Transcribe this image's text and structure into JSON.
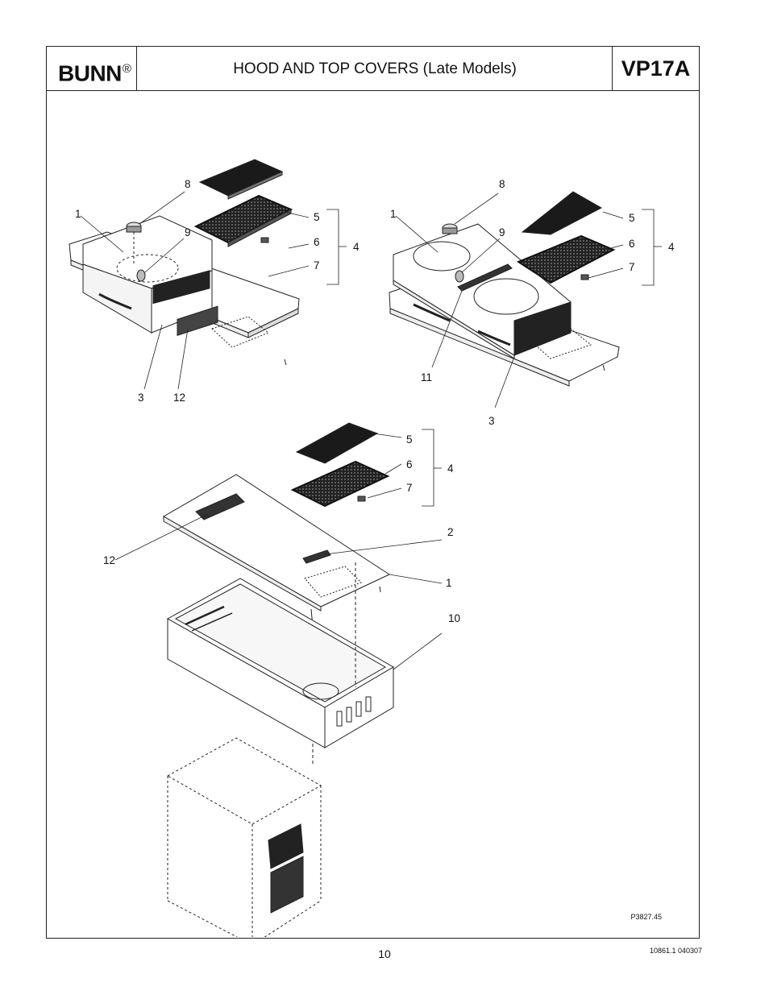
{
  "header": {
    "brand": "BUNN",
    "brand_mark": "®",
    "title": "HOOD AND TOP COVERS (Late Models)",
    "model": "VP17A"
  },
  "diagram": {
    "figure_code": "P3827.45",
    "callouts_left": [
      "8",
      "1",
      "9",
      "5",
      "6",
      "4",
      "7",
      "3",
      "12"
    ],
    "callouts_right": [
      "8",
      "1",
      "9",
      "5",
      "6",
      "4",
      "7",
      "11",
      "3"
    ],
    "callouts_bottom": [
      "5",
      "6",
      "4",
      "7",
      "2",
      "12",
      "1",
      "10"
    ]
  },
  "footer": {
    "page_number": "10",
    "doc_code": "10861.1  040307"
  }
}
